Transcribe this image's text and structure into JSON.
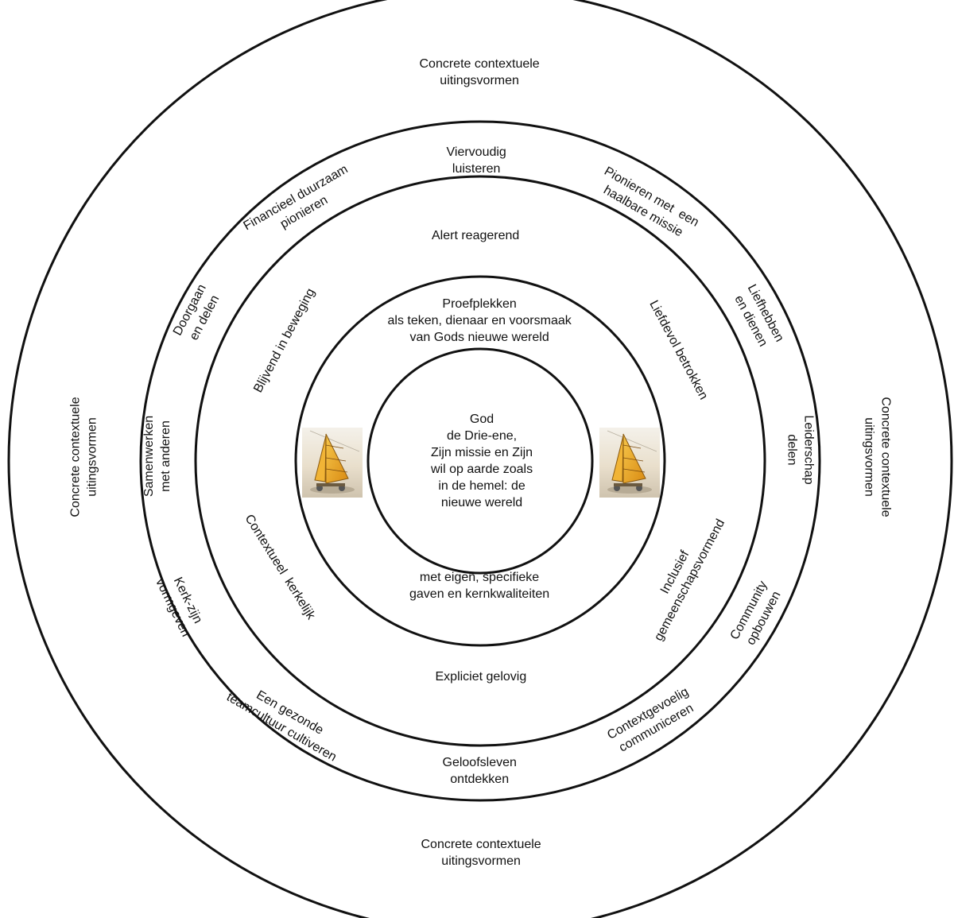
{
  "colors": {
    "ring_stroke": "#111111",
    "text": "#111111",
    "sand": "#d8cfc0",
    "sail": "#e8a21a"
  },
  "icons": [
    "sail-boat-left-image",
    "sail-boat-right-image"
  ],
  "center": {
    "text": "God\nde Drie-ene,\nZijn missie en Zijn\nwil op aarde zoals\nin de hemel: de\nnieuwe wereld"
  },
  "ring1": {
    "top": "Proefplekken\nals teken, dienaar en voorsmaak\nvan Gods nieuwe wereld",
    "bottom": "met eigen, specifieke\ngaven en kernkwaliteiten"
  },
  "ring2": {
    "top": "Alert reagerend",
    "top_left": "Blijvend in beweging",
    "top_right": "Liefdevol betrokken",
    "bottom_left": "Contextueel  kerkelijk",
    "bottom_right": "Inclusief\ngemeenschapsvormend",
    "bottom": "Expliciet gelovig"
  },
  "ring3": {
    "top": "Viervoudig\nluisteren",
    "upper_left": "Financieel duurzaam\npionieren",
    "upper_right": "Pionieren met  een\nhaalbare missie",
    "left_upper": "Doorgaan\nen delen",
    "right_upper": "Liefhebben\nen dienen",
    "left": "Samenwerken\nmet anderen",
    "right": "Leiderschap\ndelen",
    "left_lower": "Kerk-zijn\nvormgeven",
    "right_lower": "Community\nopbouwen",
    "lower_left": "Een gezonde\nteamcultuur cultiveren",
    "lower_right": "Contextgevoelig\ncommuniceren",
    "bottom": "Geloofsleven\nontdekken"
  },
  "ring4": {
    "top": "Concrete contextuele\nuitingsvormen",
    "left": "Concrete contextuele\nuitingsvormen",
    "right": "Concrete contextuele\nuitingsvormen",
    "bottom": "Concrete contextuele\nuitingsvormen"
  }
}
